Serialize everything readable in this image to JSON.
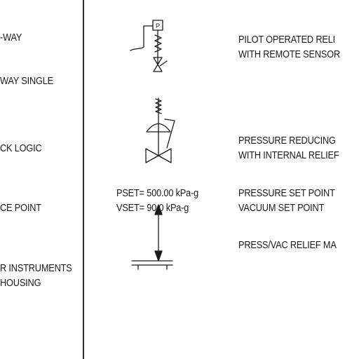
{
  "left_column": [
    "-WAY",
    "WAY SINGLE",
    "CK LOGIC",
    "CE POINT",
    "R INSTRUMENTS",
    "HOUSING"
  ],
  "pilot_valve": {
    "tag": "P",
    "description_line1": "PILOT OPERATED RELI",
    "description_line2": "WITH REMOTE SENSOR"
  },
  "reducing_valve": {
    "description_line1": "PRESSURE REDUCING",
    "description_line2": "WITH INTERNAL RELIEF"
  },
  "set_points": {
    "pset": "PSET= 500.00 kPa-g",
    "vset": "VSET= 90.0 kPa-g",
    "pressure_label": "PRESSURE SET POINT",
    "vacuum_label": "VACUUM SET POINT"
  },
  "press_vac": {
    "description": "PRESS/VAC RELIEF MA"
  },
  "colors": {
    "line": "#1a1a1a",
    "background": "#ffffff"
  }
}
